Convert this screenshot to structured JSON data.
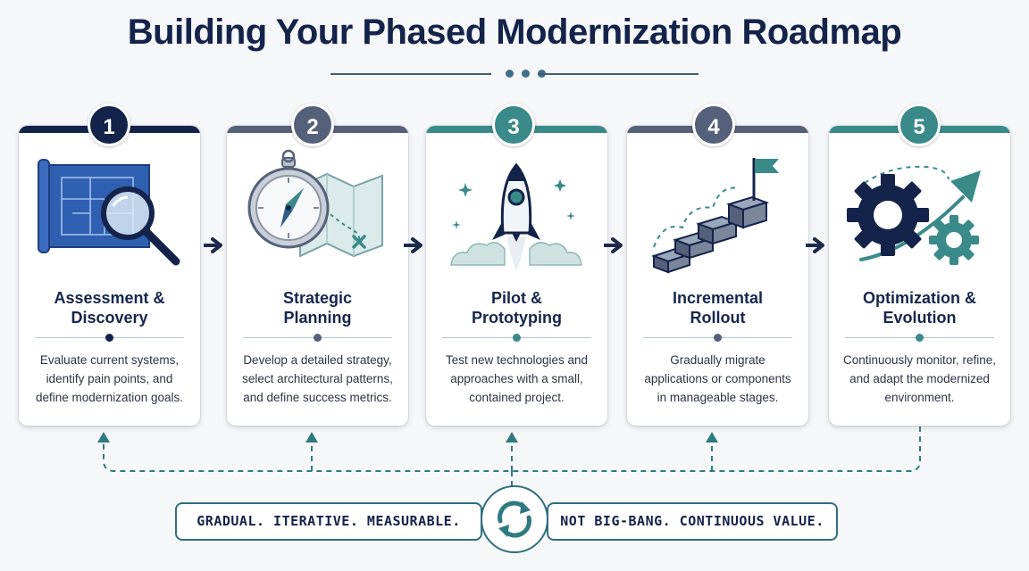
{
  "title": "Building Your Phased Modernization Roadmap",
  "colors": {
    "navy": "#14234a",
    "slate": "#55617a",
    "teal": "#3a8a8a",
    "arrow": "#1b2a4a",
    "loop": "#2f7a82"
  },
  "steps": [
    {
      "number": "1",
      "heading": "Assessment &\nDiscovery",
      "description": "Evaluate current systems,\nidentify pain points, and\ndefine modernization goals.",
      "icon": "blueprint-magnifier-icon"
    },
    {
      "number": "2",
      "heading": "Strategic\nPlanning",
      "description": "Develop a detailed strategy,\nselect architectural patterns,\nand define success metrics.",
      "icon": "compass-map-icon"
    },
    {
      "number": "3",
      "heading": "Pilot &\nPrototyping",
      "description": "Test new technologies and\napproaches with a small,\ncontained project.",
      "icon": "rocket-launch-icon"
    },
    {
      "number": "4",
      "heading": "Incremental\nRollout",
      "description": "Gradually migrate\napplications or components\nin manageable stages.",
      "icon": "stairs-flag-icon"
    },
    {
      "number": "5",
      "heading": "Optimization &\nEvolution",
      "description": "Continuously monitor, refine,\nand adapt the modernized\nenvironment.",
      "icon": "gears-growth-icon"
    }
  ],
  "footer": {
    "left_text": "GRADUAL. ITERATIVE. MEASURABLE.",
    "right_text": "NOT BIG-BANG. CONTINUOUS VALUE.",
    "center_icon": "refresh-cycle-icon"
  }
}
